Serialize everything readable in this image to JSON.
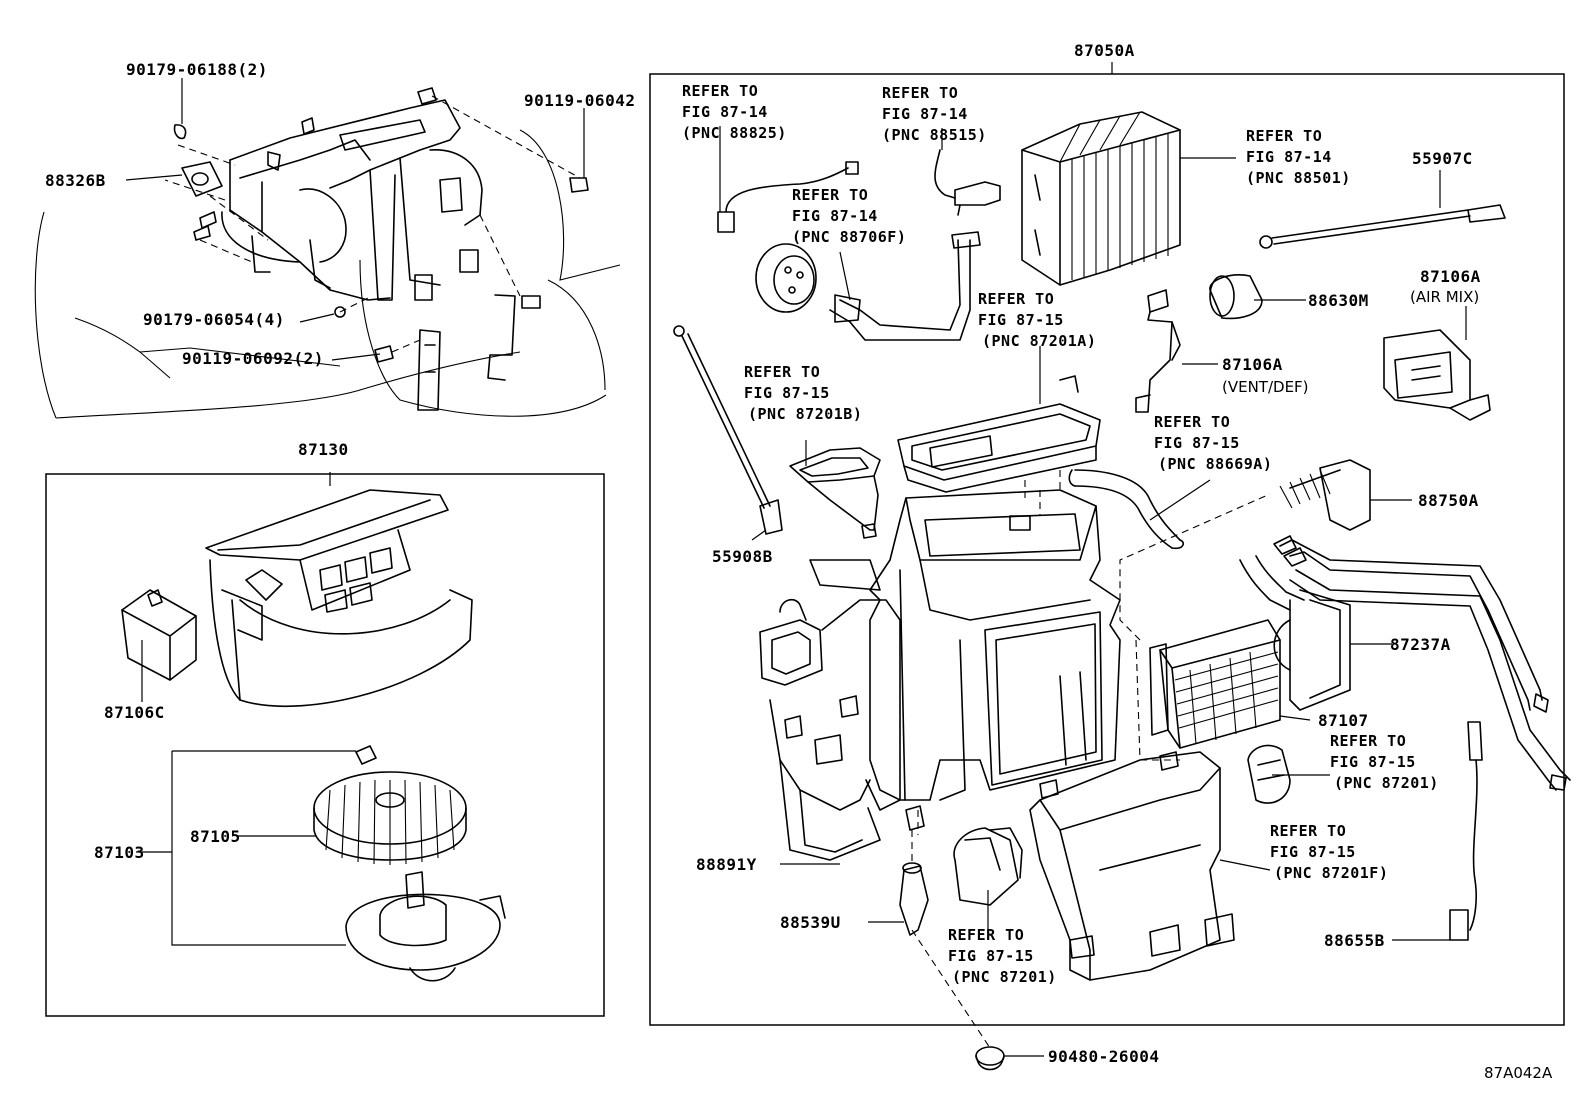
{
  "labels": {
    "l_90179_06188": "90179-06188(2)",
    "l_88326B": "88326B",
    "l_90119_06042": "90119-06042",
    "l_90179_06054": "90179-06054(4)",
    "l_90119_06092": "90119-06092(2)",
    "l_87130": "87130",
    "l_87106C": "87106C",
    "l_87103": "87103",
    "l_87105": "87105",
    "l_87050A": "87050A",
    "l_55907C": "55907C",
    "l_88630M": "88630M",
    "l_87106A_air": "87106A",
    "l_air_mix": "(AIR MIX)",
    "l_87106A_vent": "87106A",
    "l_vent_def": "(VENT/DEF)",
    "l_55908B": "55908B",
    "l_88750A": "88750A",
    "l_87237A": "87237A",
    "l_87107": "87107",
    "l_88891Y": "88891Y",
    "l_88539U": "88539U",
    "l_88655B": "88655B",
    "l_90480_26004": "90480-26004",
    "l_figure_code": "87A042A"
  },
  "references": {
    "r1": [
      "REFER TO",
      "FIG 87-14",
      "(PNC 88825)"
    ],
    "r2": [
      "REFER TO",
      "FIG 87-14",
      "(PNC 88515)"
    ],
    "r3": [
      "REFER TO",
      "FIG 87-14",
      "(PNC 88501)"
    ],
    "r4": [
      "REFER TO",
      "FIG 87-14",
      "(PNC 88706F)"
    ],
    "r5": [
      "REFER TO",
      "FIG 87-15",
      "(PNC 87201A)"
    ],
    "r6": [
      "REFER TO",
      "FIG 87-15",
      "(PNC 87201B)"
    ],
    "r7": [
      "REFER TO",
      "FIG 87-15",
      "(PNC 88669A)"
    ],
    "r8": [
      "REFER TO",
      "FIG 87-15",
      "(PNC 87201)"
    ],
    "r9": [
      "REFER TO",
      "FIG 87-15",
      "(PNC 87201F)"
    ],
    "r10": [
      "REFER TO",
      "FIG 87-15",
      "(PNC 87201)"
    ]
  }
}
